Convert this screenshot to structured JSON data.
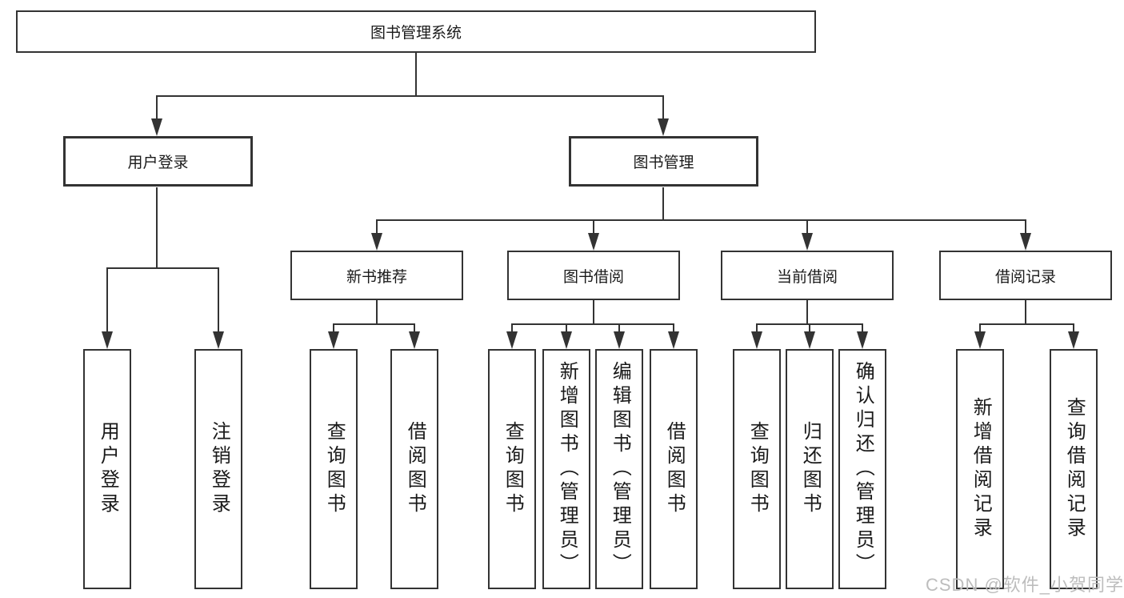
{
  "diagram": {
    "root_label": "图书管理系统",
    "level2": [
      {
        "label": "用户登录"
      },
      {
        "label": "图书管理"
      }
    ],
    "level3": [
      {
        "label": "新书推荐"
      },
      {
        "label": "图书借阅"
      },
      {
        "label": "当前借阅"
      },
      {
        "label": "借阅记录"
      }
    ],
    "leaf_groups": [
      {
        "parent": "用户登录",
        "items": [
          "用户登录",
          "注销登录"
        ]
      },
      {
        "parent": "新书推荐",
        "items": [
          "查询图书",
          "借阅图书"
        ]
      },
      {
        "parent": "图书借阅",
        "items": [
          "查询图书",
          "新增图书（管理员）",
          "编辑图书（管理员）",
          "借阅图书"
        ]
      },
      {
        "parent": "当前借阅",
        "items": [
          "查询图书",
          "归还图书",
          "确认归还（管理员）"
        ]
      },
      {
        "parent": "借阅记录",
        "items": [
          "新增借阅记录",
          "查询借阅记录"
        ]
      }
    ]
  },
  "watermark": {
    "text": "CSDN @软件_小贺同学",
    "color": "#bdbdbd"
  },
  "colors": {
    "line": "#333333",
    "node_border": "#333333",
    "node_text": "#1a1a1a",
    "background": "#ffffff"
  }
}
